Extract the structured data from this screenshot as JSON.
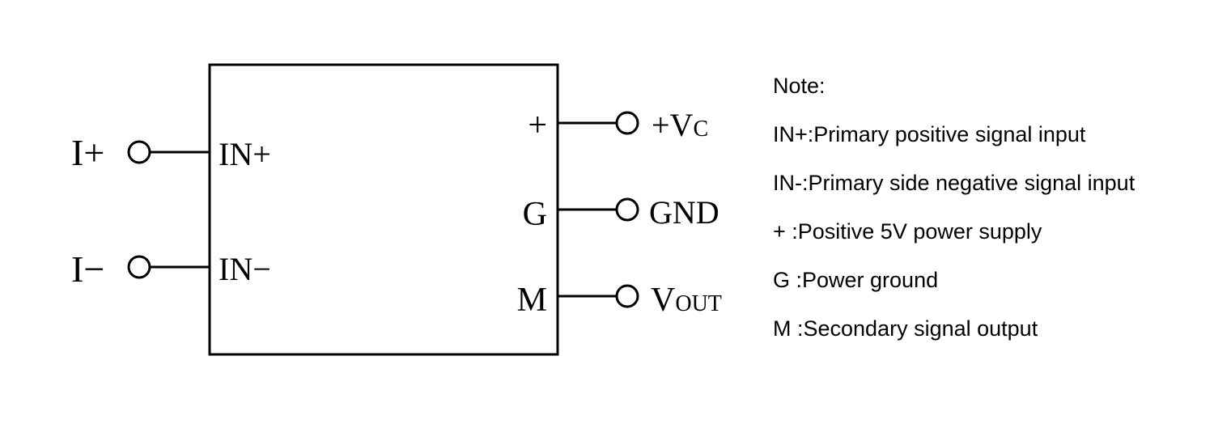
{
  "diagram": {
    "chip_labels": {
      "in_plus": "IN+",
      "in_minus": "IN−",
      "plus": "+",
      "g": "G",
      "m": "M"
    },
    "terminals": {
      "i_plus": "I+",
      "i_minus": "I−",
      "vc_prefix": "+V",
      "vc_sub": "C",
      "gnd": "GND",
      "vout_main": "V",
      "vout_sub": "OUT"
    }
  },
  "notes": {
    "title": "Note:",
    "items": [
      "IN+:Primary positive signal input",
      "IN-:Primary side negative signal input",
      "+ :Positive 5V power supply",
      "G :Power ground",
      "M :Secondary signal output"
    ]
  }
}
